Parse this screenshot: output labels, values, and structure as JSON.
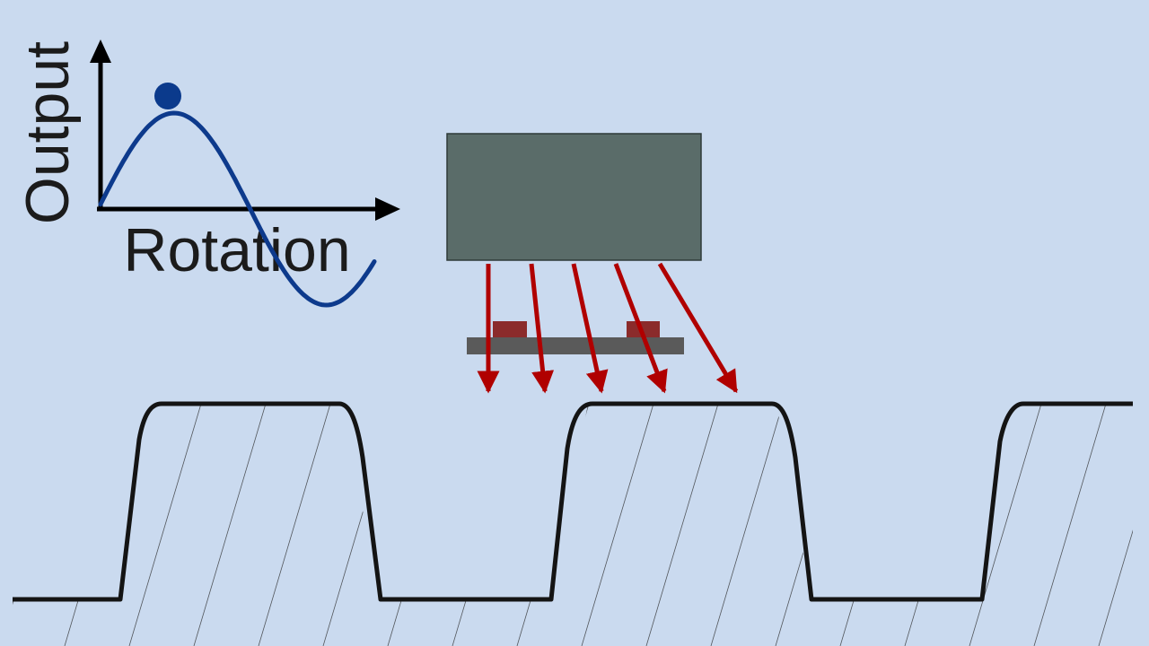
{
  "graph": {
    "y_axis_label": "Output",
    "x_axis_label": "Rotation",
    "curve": "sine",
    "marker": "peak"
  },
  "colors": {
    "background": "#cadaef",
    "sensor_body": "#5a6c69",
    "beam": "#b00000",
    "curve": "#0d3a8c",
    "marker": "#0b3a8c",
    "gear_outline": "#141414",
    "circuit_board": "#5a5a5a",
    "board_component": "#8b2b2b"
  },
  "icons": {
    "sensor": "sensor-housing-icon",
    "circuit": "circuit-board-icon",
    "beams": "reflected-beam-arrows-icon",
    "gear": "gear-tooth-profile-icon"
  }
}
